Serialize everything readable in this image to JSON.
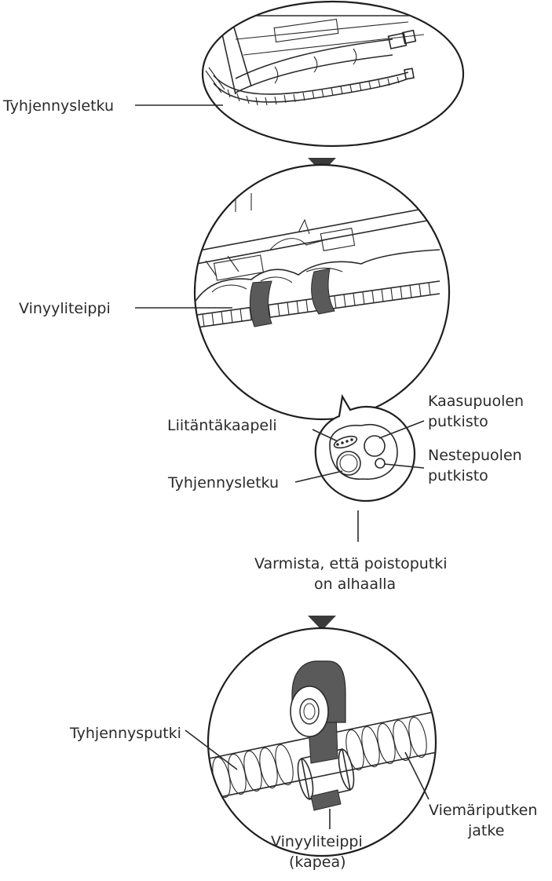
{
  "labels": {
    "drain_hose_top": "Tyhjennysletku",
    "vinyl_tape": "Vinyyliteippi",
    "connection_cable": "Liitäntäkaapeli",
    "gas_side_1": "Kaasupuolen",
    "gas_side_2": "putkisto",
    "liquid_side_1": "Nestepuolen",
    "liquid_side_2": "putkisto",
    "drain_hose_mid": "Tyhjennysletku",
    "ensure_1": "Varmista, että poistoputki",
    "ensure_2": "on alhaalla",
    "drain_pipe": "Tyhjennysputki",
    "narrow_tape_1": "Vinyyliteippi",
    "narrow_tape_2": "(kapea)",
    "extension_1": "Viemäriputken",
    "extension_2": "jatke"
  },
  "colors": {
    "line": "#2a2a2a",
    "tape": "#5a5a5a",
    "arrow": "#3a3a3a"
  },
  "icons": [
    "down-arrow-icon",
    "down-arrow-icon"
  ]
}
